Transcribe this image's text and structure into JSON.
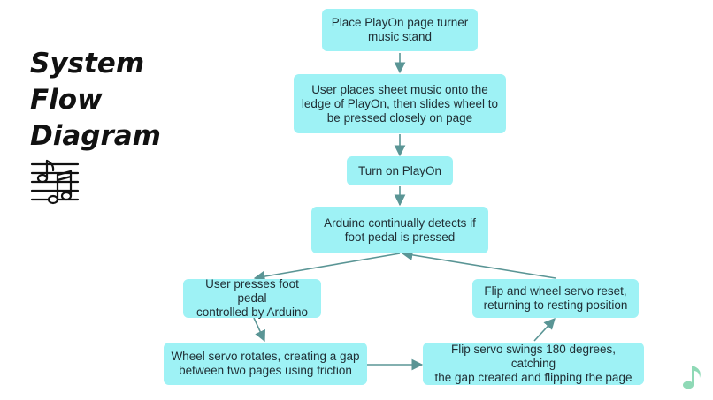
{
  "title": {
    "lines": [
      "System",
      "Flow",
      "Diagram"
    ]
  },
  "colors": {
    "node_fill": "#9ef2f5",
    "arrow": "#5a9595",
    "text": "#1f2d33"
  },
  "icons": {
    "left": "music-staff-icon",
    "bottom_right": "music-note-icon"
  },
  "nodes": {
    "place_turner": "Place PlayOn page turner\nmusic stand",
    "place_music": "User places sheet music onto the\nledge of PlayOn, then slides wheel to\nbe pressed closely on page",
    "turn_on": "Turn on PlayOn",
    "detect_pedal": "Arduino continually detects if\nfoot pedal is pressed",
    "press_pedal": "User presses foot pedal\ncontrolled by Arduino",
    "wheel_servo": "Wheel servo rotates, creating a gap\nbetween two pages using friction",
    "flip_servo": "Flip servo swings 180 degrees, catching\nthe gap created and flipping the page",
    "reset": "Flip and wheel servo reset,\nreturning to resting position"
  }
}
